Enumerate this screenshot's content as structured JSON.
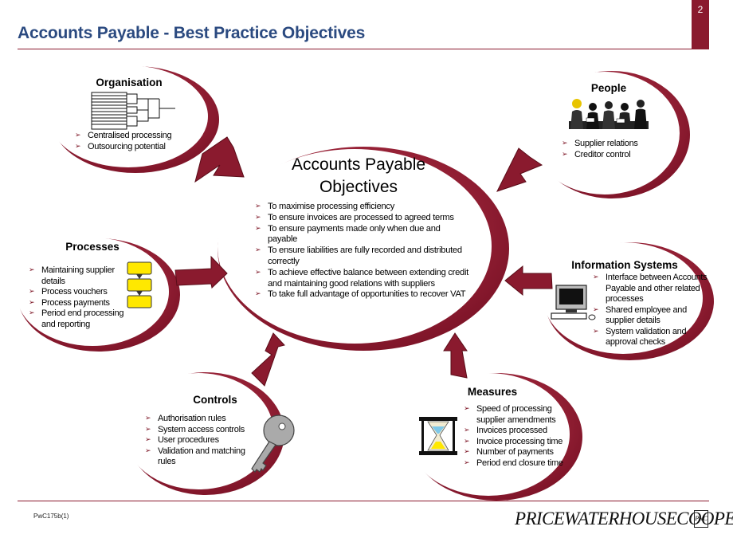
{
  "page": {
    "title": "Accounts Payable - Best Practice Objectives",
    "number": "2",
    "footer_code": "PwC175b(1)",
    "logo": "PRICEWATERHOUSECOOPERS",
    "logo_mark": "PwC"
  },
  "colors": {
    "title": "#2b4a80",
    "accent": "#8a1a2e",
    "arrow": "#8a1a2e",
    "flow_box": "#ffe800"
  },
  "center": {
    "title_line1": "Accounts Payable",
    "title_line2": "Objectives",
    "items": [
      "To maximise processing efficiency",
      "To ensure invoices are processed to agreed terms",
      "To ensure payments made only when due and payable",
      "To ensure liabilities are fully recorded and distributed correctly",
      "To achieve effective balance between extending credit and maintaining good relations with suppliers",
      "To take full advantage of opportunities to recover VAT"
    ]
  },
  "organisation": {
    "title": "Organisation",
    "icon": "org-chart-icon",
    "items": [
      "Centralised processing",
      "Outsourcing potential"
    ]
  },
  "people": {
    "title": "People",
    "icon": "people-meeting-icon",
    "items": [
      "Supplier relations",
      "Creditor control"
    ]
  },
  "processes": {
    "title": "Processes",
    "icon": "flowchart-icon",
    "items": [
      "Maintaining supplier details",
      "Process vouchers",
      "Process payments",
      "Period end processing and reporting"
    ]
  },
  "information_systems": {
    "title": "Information  Systems",
    "icon": "computer-icon",
    "items": [
      "Interface between Accounts Payable and other related processes",
      "Shared employee and supplier details",
      "System validation and approval checks"
    ]
  },
  "controls": {
    "title": "Controls",
    "icon": "key-icon",
    "items": [
      "Authorisation rules",
      "System access controls",
      "User procedures",
      "Validation and matching rules"
    ]
  },
  "measures": {
    "title": "Measures",
    "icon": "hourglass-icon",
    "items": [
      "Speed of processing supplier amendments",
      "Invoices processed",
      "Invoice processing time",
      "Number of payments",
      "Period end closure time"
    ]
  }
}
